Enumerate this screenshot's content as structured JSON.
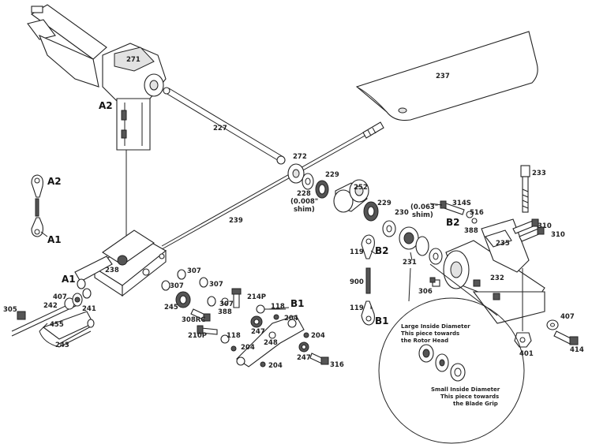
{
  "parts": {
    "p271": "271",
    "p237": "237",
    "p227": "227",
    "p272": "272",
    "p229a": "229",
    "p228": "228",
    "p228_shim": "(0.008\"",
    "p228_shim2": "shim)",
    "p252": "252",
    "p229b": "229",
    "p230": "230",
    "p230_shim": "(0.063\"",
    "p230_shim2": "shim)",
    "p239": "239",
    "p233": "233",
    "p314s": "314S",
    "p516": "516",
    "p388a": "388",
    "p310a": "310",
    "p310b": "310",
    "p235": "235",
    "p231": "231",
    "p232": "232",
    "p306": "306",
    "p119a": "119",
    "p900": "900",
    "p119b": "119",
    "p238": "238",
    "p307a": "307",
    "p307b": "307",
    "p307c": "307",
    "p307d": "307",
    "p245": "245",
    "p388b": "388",
    "p214p": "214P",
    "p118a": "118",
    "p308rc": "308RC",
    "p247a": "247",
    "p204a": "204",
    "p204b": "204",
    "p248": "248",
    "p210p": "210P",
    "p118b": "118",
    "p204c": "204",
    "p247b": "247",
    "p316": "316",
    "p204d": "204",
    "p305": "305",
    "p407a": "407",
    "p242": "242",
    "p241": "241",
    "p455": "455",
    "p243": "243",
    "p407b": "407",
    "p414": "414",
    "p401": "401"
  },
  "refs": {
    "a2_top": "A2",
    "a2_side": "A2",
    "a1_side": "A1",
    "a1_link": "A1",
    "b1_top": "B1",
    "b2_top": "B2",
    "b2_side": "B2",
    "b1_side": "B1"
  },
  "detail": {
    "large_line1": "Large Inside Diameter",
    "large_line2": "This piece towards",
    "large_line3": "the Rotor Head",
    "small_line1": "Small Inside Diameter",
    "small_line2": "This piece towards",
    "small_line3": "the Blade Grip"
  }
}
